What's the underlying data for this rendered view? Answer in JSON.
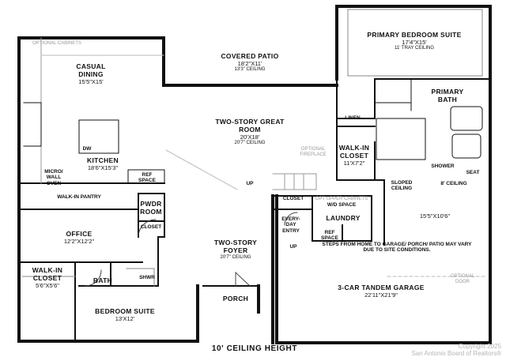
{
  "rooms": {
    "casual_dining": {
      "name": "CASUAL DINING",
      "dim": "15'5\"X15'"
    },
    "covered_patio": {
      "name": "COVERED PATIO",
      "dim": "18'2\"X11'",
      "ceiling": "13'3\" CEILING"
    },
    "primary_suite": {
      "name": "PRIMARY BEDROOM SUITE",
      "dim": "17'4\"X15'",
      "ceiling": "11' TRAY CEILING"
    },
    "primary_bath": {
      "name": "PRIMARY BATH"
    },
    "great_room": {
      "name": "TWO-STORY GREAT ROOM",
      "dim": "20'X18'",
      "ceiling": "20'7\" CEILING"
    },
    "kitchen": {
      "name": "KITCHEN",
      "dim": "18'6\"X15'3\""
    },
    "dw": "DW",
    "micro_wall_oven": "MICRO/ WALL OVEN",
    "ref_space": "REF SPACE",
    "linen": "LINEN",
    "walk_in_closet": {
      "name": "WALK-IN CLOSET",
      "dim": "11'X7'2\""
    },
    "shower": "SHOWER",
    "seat": "SEAT",
    "walk_in_pantry": "WALK-IN PANTRY",
    "pwdr_room": "PWDR ROOM",
    "closet_office": "CLOSET",
    "closet_laundry": "CLOSET",
    "office": {
      "name": "OFFICE",
      "dim": "12'2\"X12'2\""
    },
    "laundry": "LAUNDRY",
    "everyday_entry": "EVERY-DAY ENTRY",
    "ref_space_laundry": "REF SPACE",
    "two_story_foyer": {
      "name": "TWO-STORY FOYER",
      "ceiling": "20'7\" CEILING"
    },
    "sloped_ceiling": "SLOPED CEILING",
    "eight_ceiling": "8' CEILING",
    "garage_bay": "15'5\"X10'6\"",
    "garage": {
      "name": "3-CAR TANDEM GARAGE",
      "dim": "22'11\"X21'9\""
    },
    "wic_left": {
      "name": "WALK-IN CLOSET",
      "dim": "5'6\"X5'6\""
    },
    "bath": "BATH",
    "shwr": "SHWR",
    "bedroom_suite": {
      "name": "BEDROOM SUITE",
      "dim": "13'X12'"
    },
    "porch": "PORCH"
  },
  "optional": {
    "cabinets": "OPTIONAL CABINETS",
    "fireplace": "OPTIONAL FIREPLACE",
    "upper_cabinets": "OPT UPPER CABINETS",
    "wd_space": "W/D SPACE",
    "door": "OPTIONAL DOOR"
  },
  "stairs": {
    "up_main": "UP",
    "up_laundry": "UP"
  },
  "notes": {
    "garage_steps": "STEPS FROM HOME TO GARAGE/ PORCH/ PATIO MAY VARY DUE TO SITE CONDITIONS."
  },
  "footer": {
    "ceiling_height": "10' CEILING HEIGHT"
  },
  "watermark": {
    "line1": "Copyright 2025",
    "line2": "San Antonio Board of Realtors®"
  }
}
